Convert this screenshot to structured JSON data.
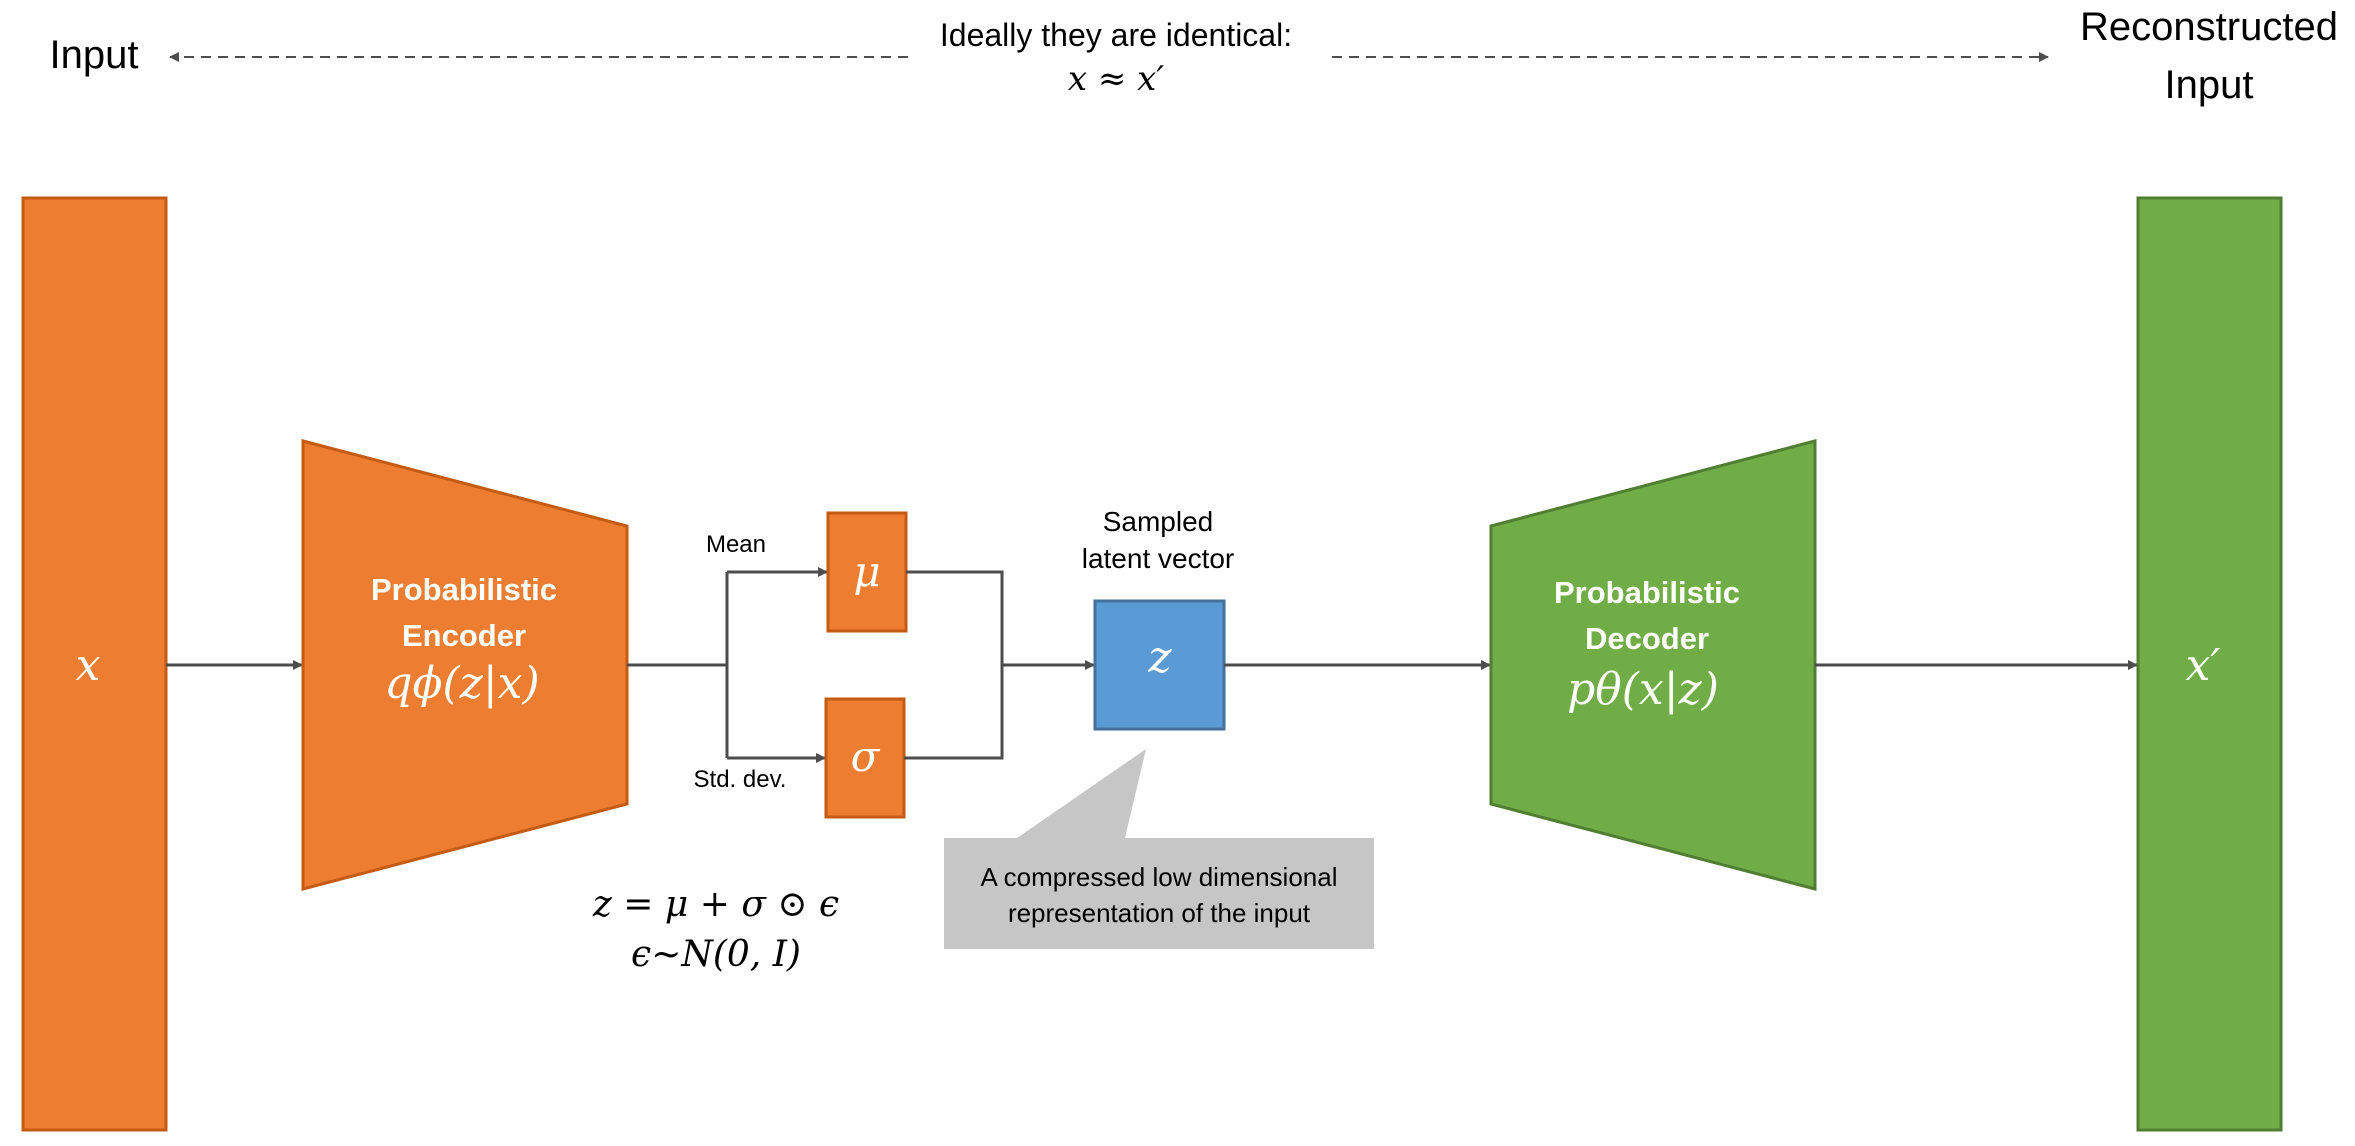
{
  "colors": {
    "encoder_fill": "#ED7D31",
    "encoder_stroke": "#C55A11",
    "decoder_fill": "#70AD47",
    "decoder_stroke": "#507E32",
    "latent_fill": "#5B9BD5",
    "latent_stroke": "#41719C",
    "callout_fill": "#C6C6C6",
    "line": "#4D4D4D"
  },
  "top": {
    "input_label": "Input",
    "identical_line1": "Ideally they are identical:",
    "identical_line2": "x ≈ x′",
    "reconstructed_line1": "Reconstructed",
    "reconstructed_line2": "Input"
  },
  "input_block": {
    "symbol": "x"
  },
  "output_block": {
    "symbol": "x′"
  },
  "encoder": {
    "title_line1": "Probabilistic",
    "title_line2": "Encoder",
    "formula": "qϕ(z|x)"
  },
  "branches": {
    "mean_label": "Mean",
    "std_label": "Std. dev.",
    "mu_symbol": "μ",
    "sigma_symbol": "σ"
  },
  "latent": {
    "caption_line1": "Sampled",
    "caption_line2": "latent vector",
    "symbol": "z"
  },
  "reparam": {
    "line1": "z = μ + σ ⊙ ϵ",
    "line2": "ϵ~N(0, I)"
  },
  "callout": {
    "line1": "A compressed low dimensional",
    "line2": "representation of the input"
  },
  "decoder": {
    "title_line1": "Probabilistic",
    "title_line2": "Decoder",
    "formula": "pθ(x|z)"
  }
}
